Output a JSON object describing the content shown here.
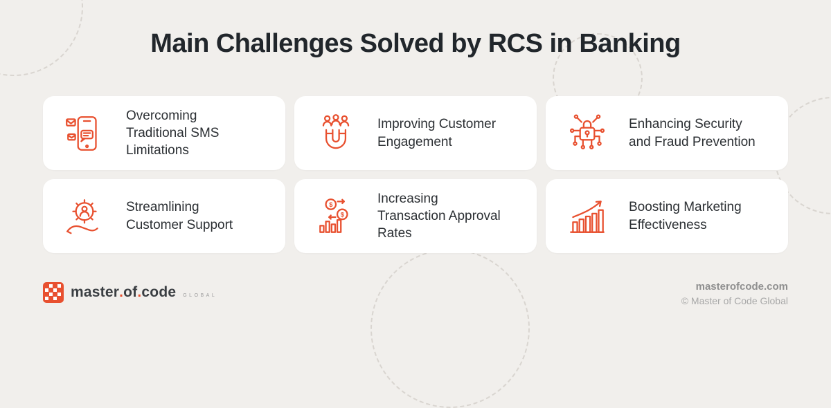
{
  "page": {
    "title": "Main Challenges Solved by RCS in Banking"
  },
  "cards": [
    {
      "label": "Overcoming Traditional SMS Limitations",
      "icon": "sms-phone-icon"
    },
    {
      "label": "Improving Customer Engagement",
      "icon": "magnet-audience-icon"
    },
    {
      "label": "Enhancing Security and Fraud Prevention",
      "icon": "security-lock-circuit-icon"
    },
    {
      "label": "Streamlining Customer Support",
      "icon": "support-gear-hand-icon"
    },
    {
      "label": "Increasing Transaction Approval Rates",
      "icon": "transaction-coins-chart-icon"
    },
    {
      "label": "Boosting Marketing Effectiveness",
      "icon": "marketing-growth-chart-icon"
    }
  ],
  "footer": {
    "logo": {
      "part1": "master",
      "part2": "of",
      "part3": "code",
      "dot": ".",
      "suffix": "GLOBAL"
    },
    "website": "masterofcode.com",
    "copyright": "© Master of Code Global"
  },
  "colors": {
    "accent": "#E8502F",
    "background": "#F1EFEC",
    "card": "#FFFFFF",
    "title_text": "#21262B"
  }
}
